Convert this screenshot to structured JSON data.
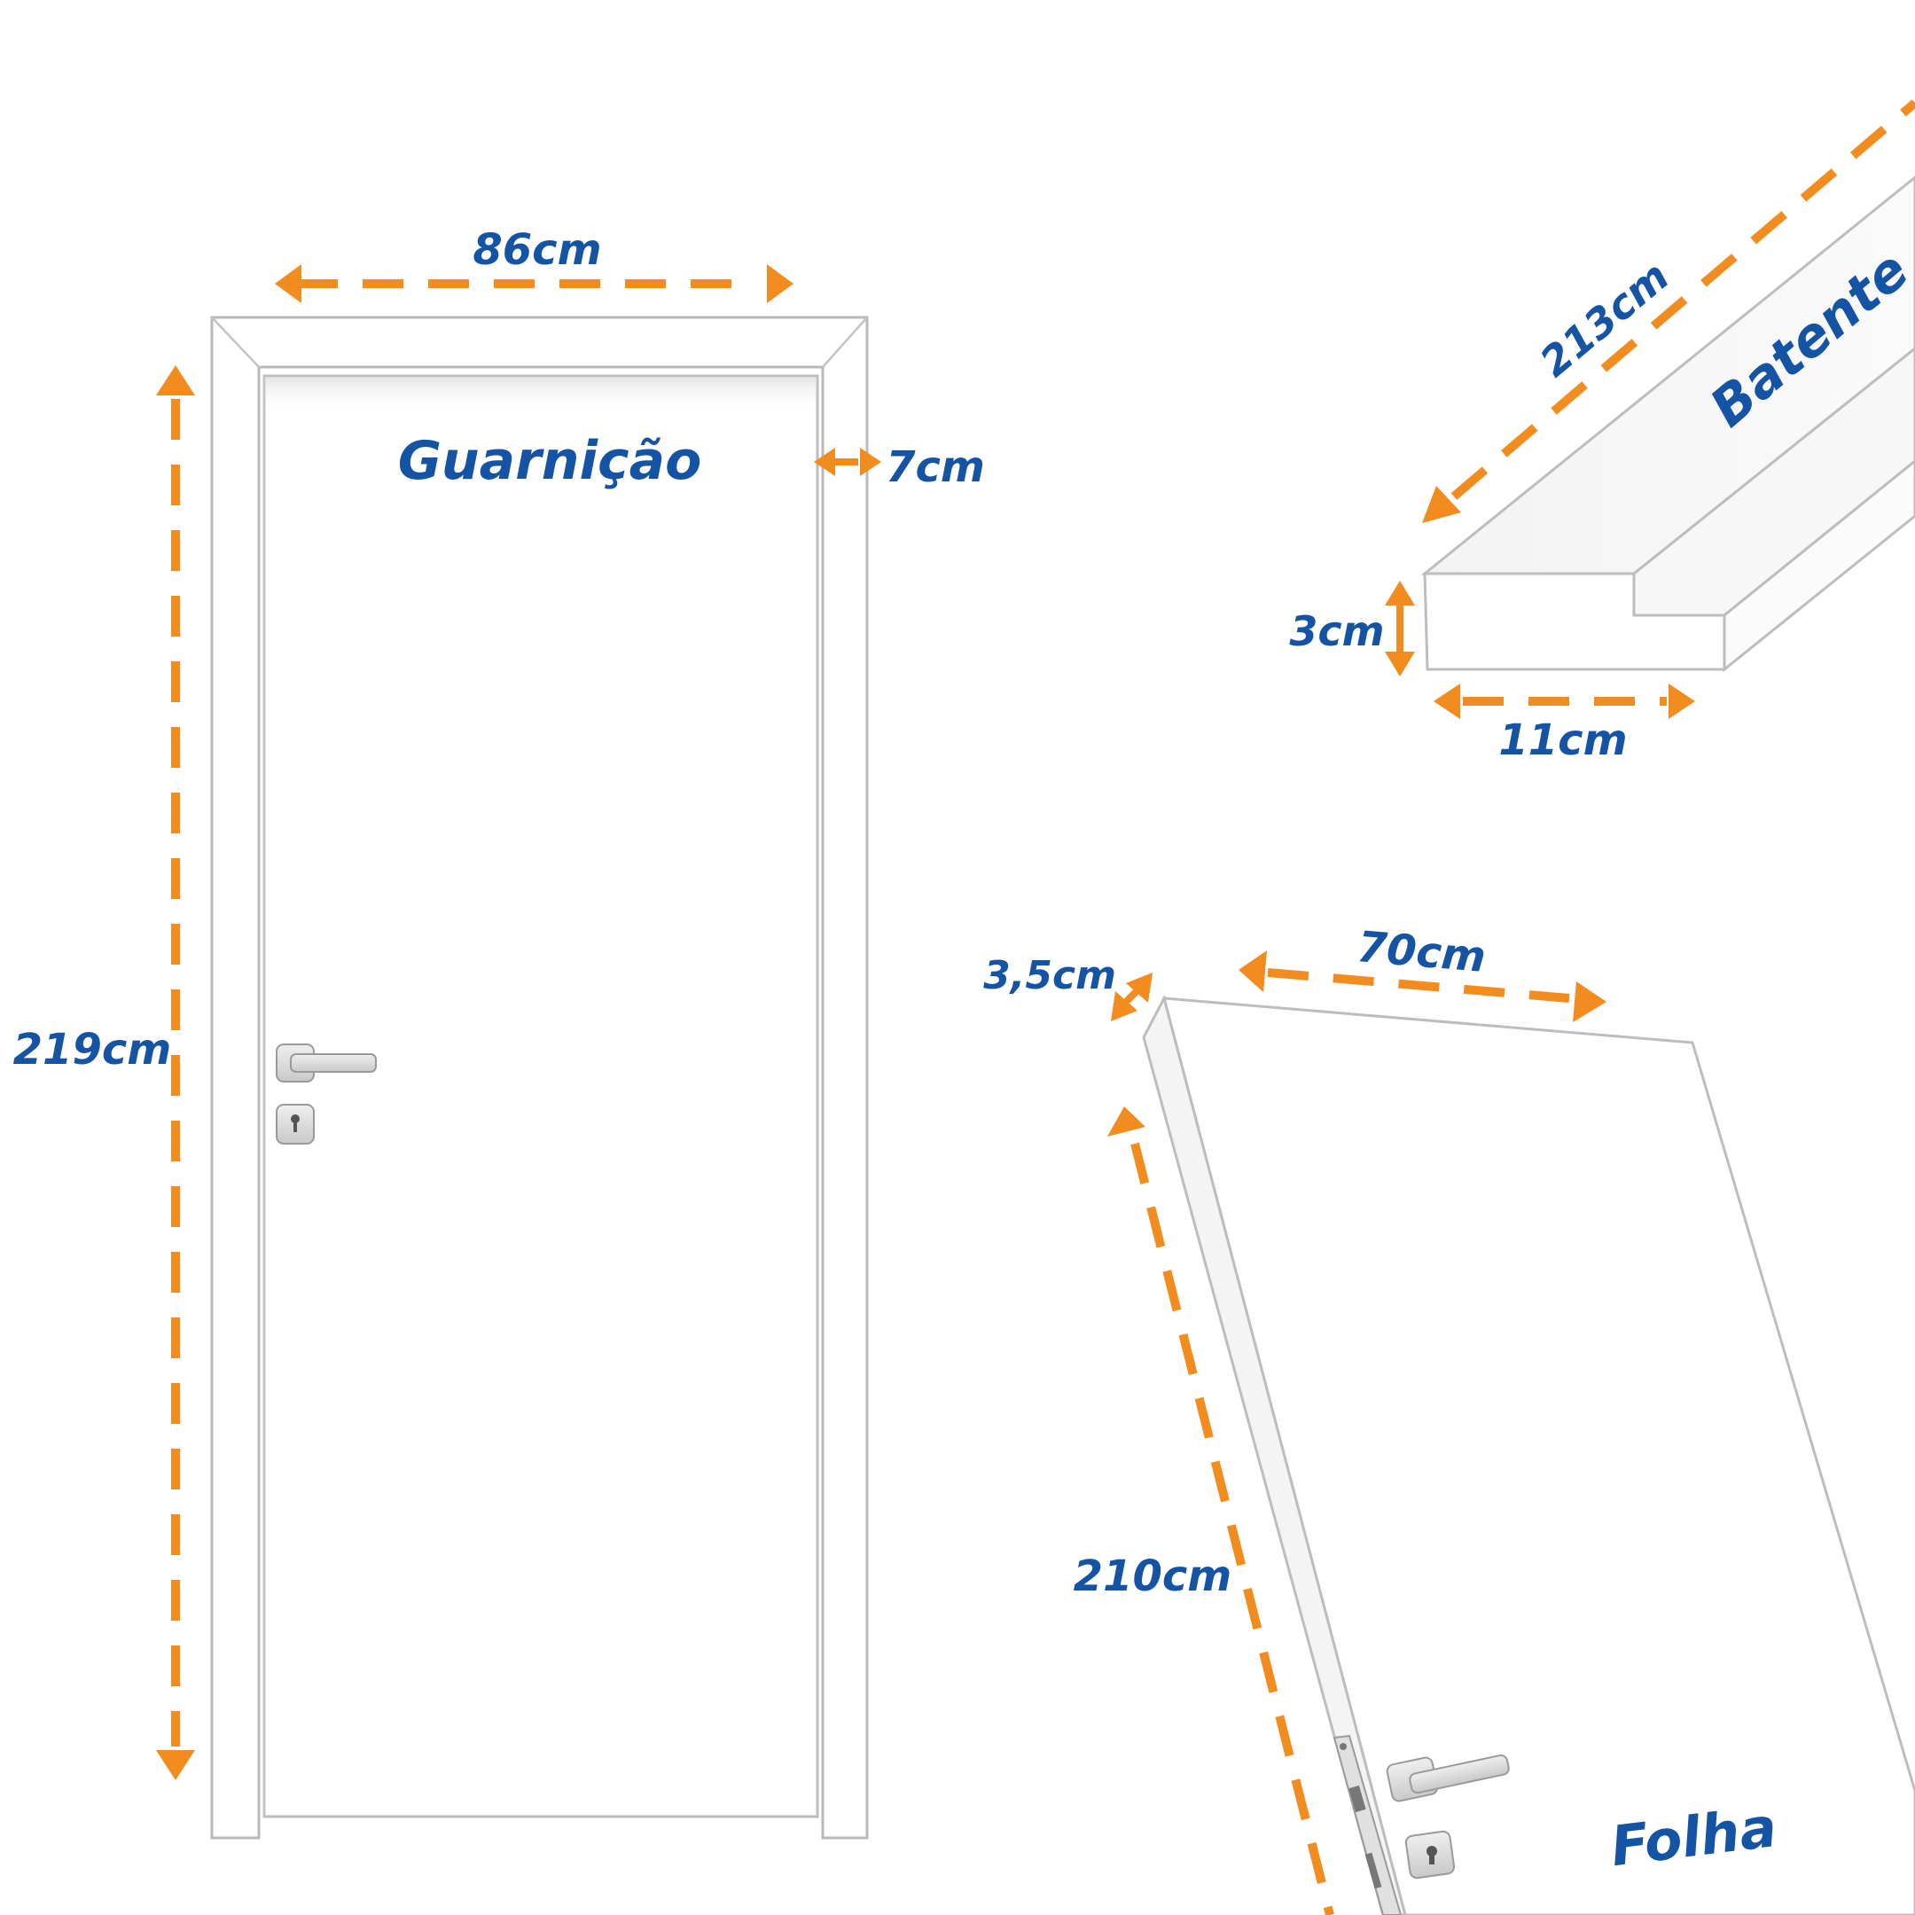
{
  "guarnicao": {
    "title": "Guarnição",
    "width_label": "86cm",
    "height_label": "219cm",
    "trim_label": "7cm"
  },
  "batente": {
    "title": "Batente",
    "length_label": "213cm",
    "thickness_label": "3cm",
    "width_label": "11cm"
  },
  "folha": {
    "title": "Folha",
    "width_label": "70cm",
    "thickness_label": "3,5cm",
    "height_label": "210cm"
  },
  "colors": {
    "dimension_arrow": "#f28c1f",
    "label_text": "#1554a5",
    "outline": "#b9b9b9"
  }
}
